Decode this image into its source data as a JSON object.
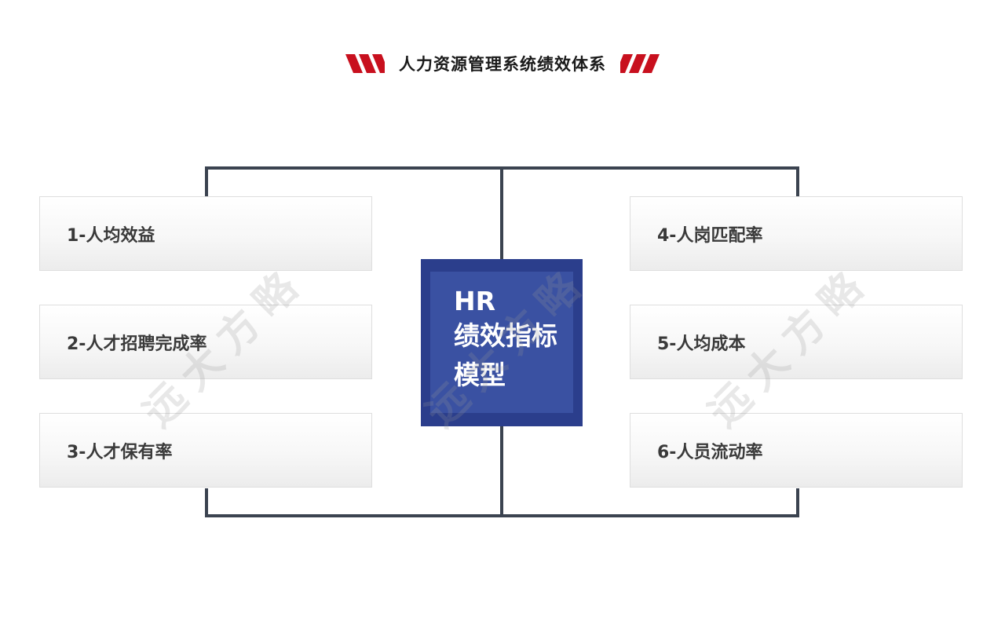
{
  "title": "人力资源管理系统绩效体系",
  "center": {
    "line1": "HR",
    "line2": "绩效指标",
    "line3": "模型"
  },
  "items_left": [
    {
      "label": "1-人均效益"
    },
    {
      "label": "2-人才招聘完成率"
    },
    {
      "label": "3-人才保有率"
    }
  ],
  "items_right": [
    {
      "label": "4-人岗匹配率"
    },
    {
      "label": "5-人均成本"
    },
    {
      "label": "6-人员流动率"
    }
  ],
  "watermark": "远大方略",
  "colors": {
    "accent_red": "#c8101e",
    "center_outer": "#2b3e8c",
    "center_inner": "#3a51a2",
    "connector": "#3b4350"
  }
}
